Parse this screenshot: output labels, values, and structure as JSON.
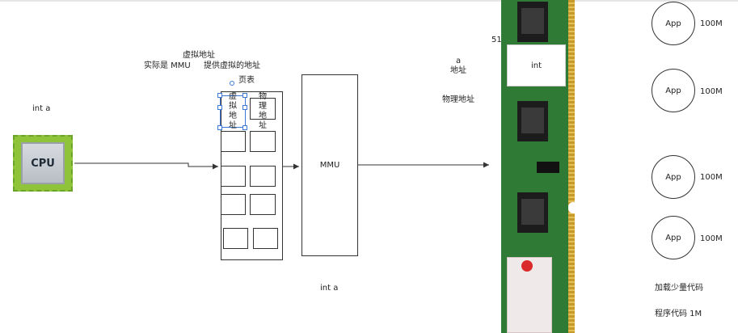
{
  "labels": {
    "virtual_addr_top": "虚拟地址",
    "actually_mmu": "实际是 MMU",
    "provides_virtual": "提供虚拟的地址",
    "page_table": "页表",
    "int_a_left": "int  a",
    "cpu": "CPU",
    "mmu": "MMU",
    "a_label": "a",
    "addr": "地址",
    "physical_addr": "物理地址",
    "int_a_bottom": "int a",
    "num_51": "51",
    "ram_int": "int",
    "load_small": "加载少量代码",
    "program_code": "程序代码 1M"
  },
  "page_table_cells": {
    "virtual_chars": [
      "虚",
      "拟",
      "地",
      "址"
    ],
    "physical_chars": [
      "物",
      "理",
      "地",
      "址"
    ]
  },
  "apps": [
    {
      "name": "App",
      "size": "100M"
    },
    {
      "name": "App",
      "size": "100M"
    },
    {
      "name": "App",
      "size": "100M"
    },
    {
      "name": "App",
      "size": "100M"
    }
  ],
  "colors": {
    "cpu_green": "#8fc33a",
    "ram_green": "#2f7a35",
    "selection_blue": "#3c78d8"
  }
}
